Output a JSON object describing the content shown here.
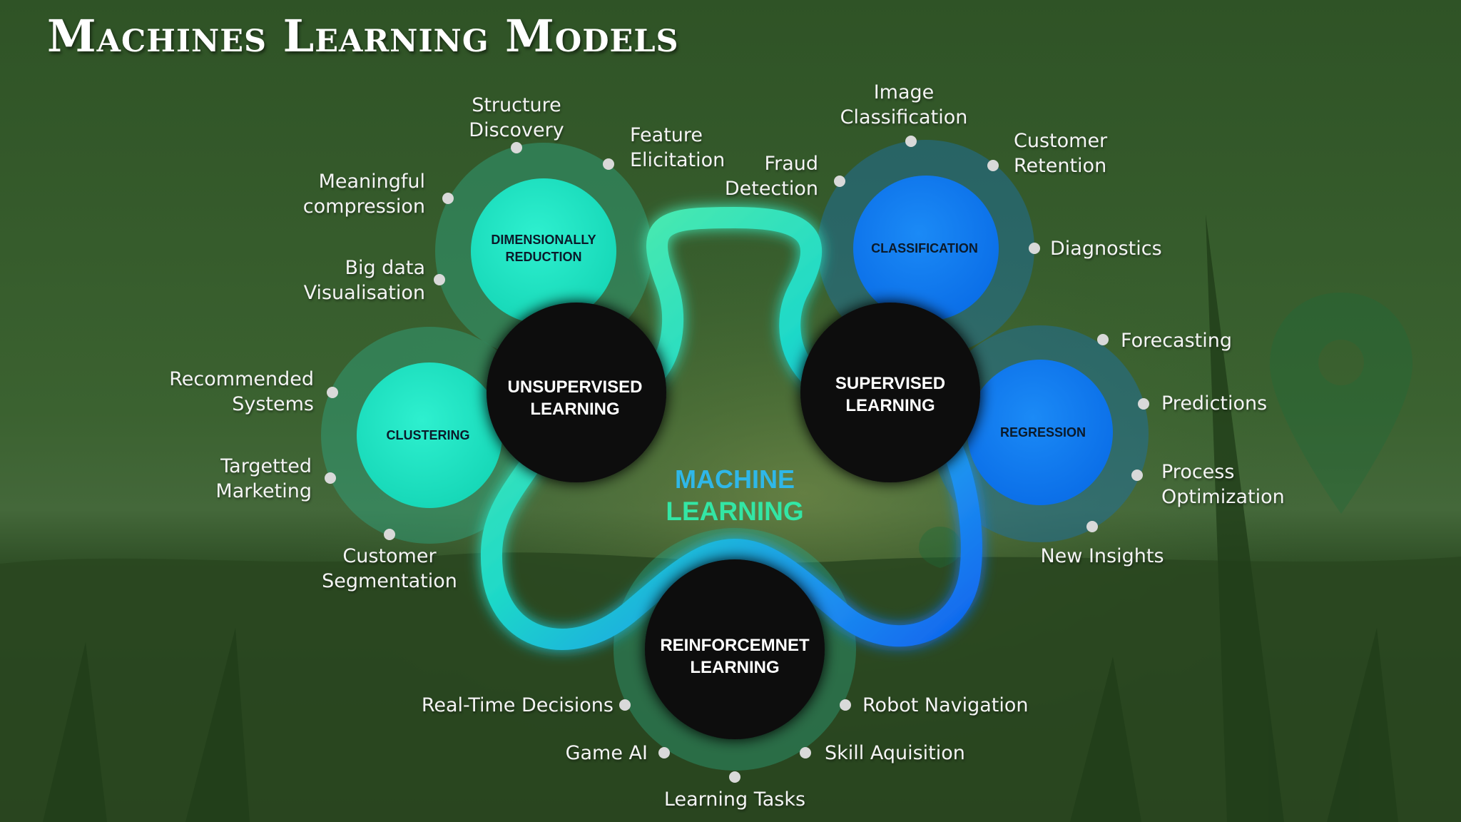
{
  "title": "Machines Learning Models",
  "center": {
    "line1": "MACHINE",
    "line2": "LEARNING"
  },
  "main": {
    "unsupervised": "UNSUPERVISED\nLEARNING",
    "supervised": "SUPERVISED\nLEARNING",
    "reinforcement": "REINFORCEMNET\nLEARNING"
  },
  "sub": {
    "dimensionality": "DIMENSIONALLY\nREDUCTION",
    "clustering": "CLUSTERING",
    "classification": "CLASSIFICATION",
    "regression": "REGRESSION"
  },
  "labels": {
    "structure_discovery": "Structure\nDiscovery",
    "feature_elicitation": "Feature\nElicitation",
    "meaningful_compression": "Meaningful\ncompression",
    "big_data_visualisation": "Big data\nVisualisation",
    "recommended_systems": "Recommended\nSystems",
    "targetted_marketing": "Targetted\nMarketing",
    "customer_segmentation": "Customer\nSegmentation",
    "image_classification": "Image\nClassification",
    "customer_retention": "Customer\nRetention",
    "fraud_detection": "Fraud\nDetection",
    "diagnostics": "Diagnostics",
    "forecasting": "Forecasting",
    "predictions": "Predictions",
    "process_optimization": "Process\nOptimization",
    "new_insights": "New Insights",
    "real_time_decisions": "Real-Time Decisions",
    "game_ai": "Game AI",
    "learning_tasks": "Learning Tasks",
    "robot_navigation": "Robot Navigation",
    "skill_aquisition": "Skill Aquisition"
  },
  "colors": {
    "teal": "#1fe0c0",
    "blue": "#0f7cf0",
    "dark": "#0a0a0c",
    "green_accent": "#55e79a"
  }
}
